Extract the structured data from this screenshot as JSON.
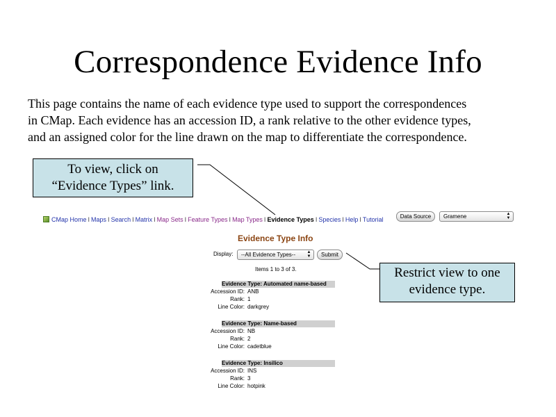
{
  "title": "Correspondence Evidence Info",
  "intro_lines": [
    "This page contains the name of each evidence type used to support the correspondences",
    "in CMap.  Each evidence has an accession ID, a rank relative to the other evidence types,",
    "and an assigned color for the line drawn on the map to differentiate the correspondence."
  ],
  "callouts": {
    "left": [
      "To view, click on",
      "“Evidence Types” link."
    ],
    "right": [
      "Restrict view to one",
      "evidence type."
    ]
  },
  "nav": {
    "icon": "cmap-home-icon",
    "items": [
      "CMap Home",
      "Maps",
      "Search",
      "Matrix",
      "Map Sets",
      "Feature Types",
      "Map Types",
      "Evidence Types",
      "Species",
      "Help",
      "Tutorial"
    ],
    "separator": "I"
  },
  "data_source": {
    "button_label": "Data Source",
    "selected": "Gramene"
  },
  "page": {
    "heading": "Evidence Type Info",
    "display_label": "Display:",
    "display_selected": "--All Evidence Types--",
    "submit_label": "Submit",
    "items_count": "Items 1 to 3 of 3."
  },
  "field_labels": {
    "type": "Evidence Type:",
    "accession": "Accession ID:",
    "rank": "Rank:",
    "color": "Line Color:"
  },
  "evidence": [
    {
      "type": "Automated name-based",
      "accession": "ANB",
      "rank": "1",
      "color": "darkgrey"
    },
    {
      "type": "Name-based",
      "accession": "NB",
      "rank": "2",
      "color": "cadetblue"
    },
    {
      "type": "Insilico",
      "accession": "INS",
      "rank": "3",
      "color": "hotpink"
    }
  ],
  "colors": {
    "callout_bg": "#c8e2e8",
    "heading": "#8b4513",
    "nav_link": "#2233aa",
    "nav_visited": "#8a2a8a",
    "row_header_bg": "#d0d0d0"
  }
}
